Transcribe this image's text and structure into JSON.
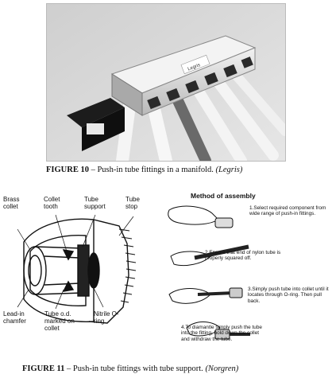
{
  "figure10": {
    "caption_bold": "FIGURE 10",
    "caption_text": " – Push-in tube fittings in a manifold. ",
    "caption_credit": "(Legris)",
    "brand_label": "Legris"
  },
  "figure11": {
    "caption_bold": "FIGURE 11",
    "caption_text": " – Push-in tube fittings with tube support. ",
    "caption_credit": "(Norgren)",
    "labels": {
      "brass_collet": "Brass collet",
      "collet_tooth": "Collet tooth",
      "tube_support": "Tube support",
      "tube_stop": "Tube stop",
      "lead_in_chamfer": "Lead-in chamfer",
      "tube_od": "Tube o.d. marked on collet",
      "nitrile": "Nitrile O-ring"
    },
    "method": {
      "title": "Method of assembly",
      "steps": [
        "1.Select required component from wide range of push-in fittings.",
        "2.Ensure that end of nylon tube is properly squared off.",
        "3.Simply push tube into collet until it locates through O-ring. Then pull back.",
        "4.To diamantle simply push the tube into the fitting, hold down the collet and withdraw the tube."
      ]
    }
  }
}
